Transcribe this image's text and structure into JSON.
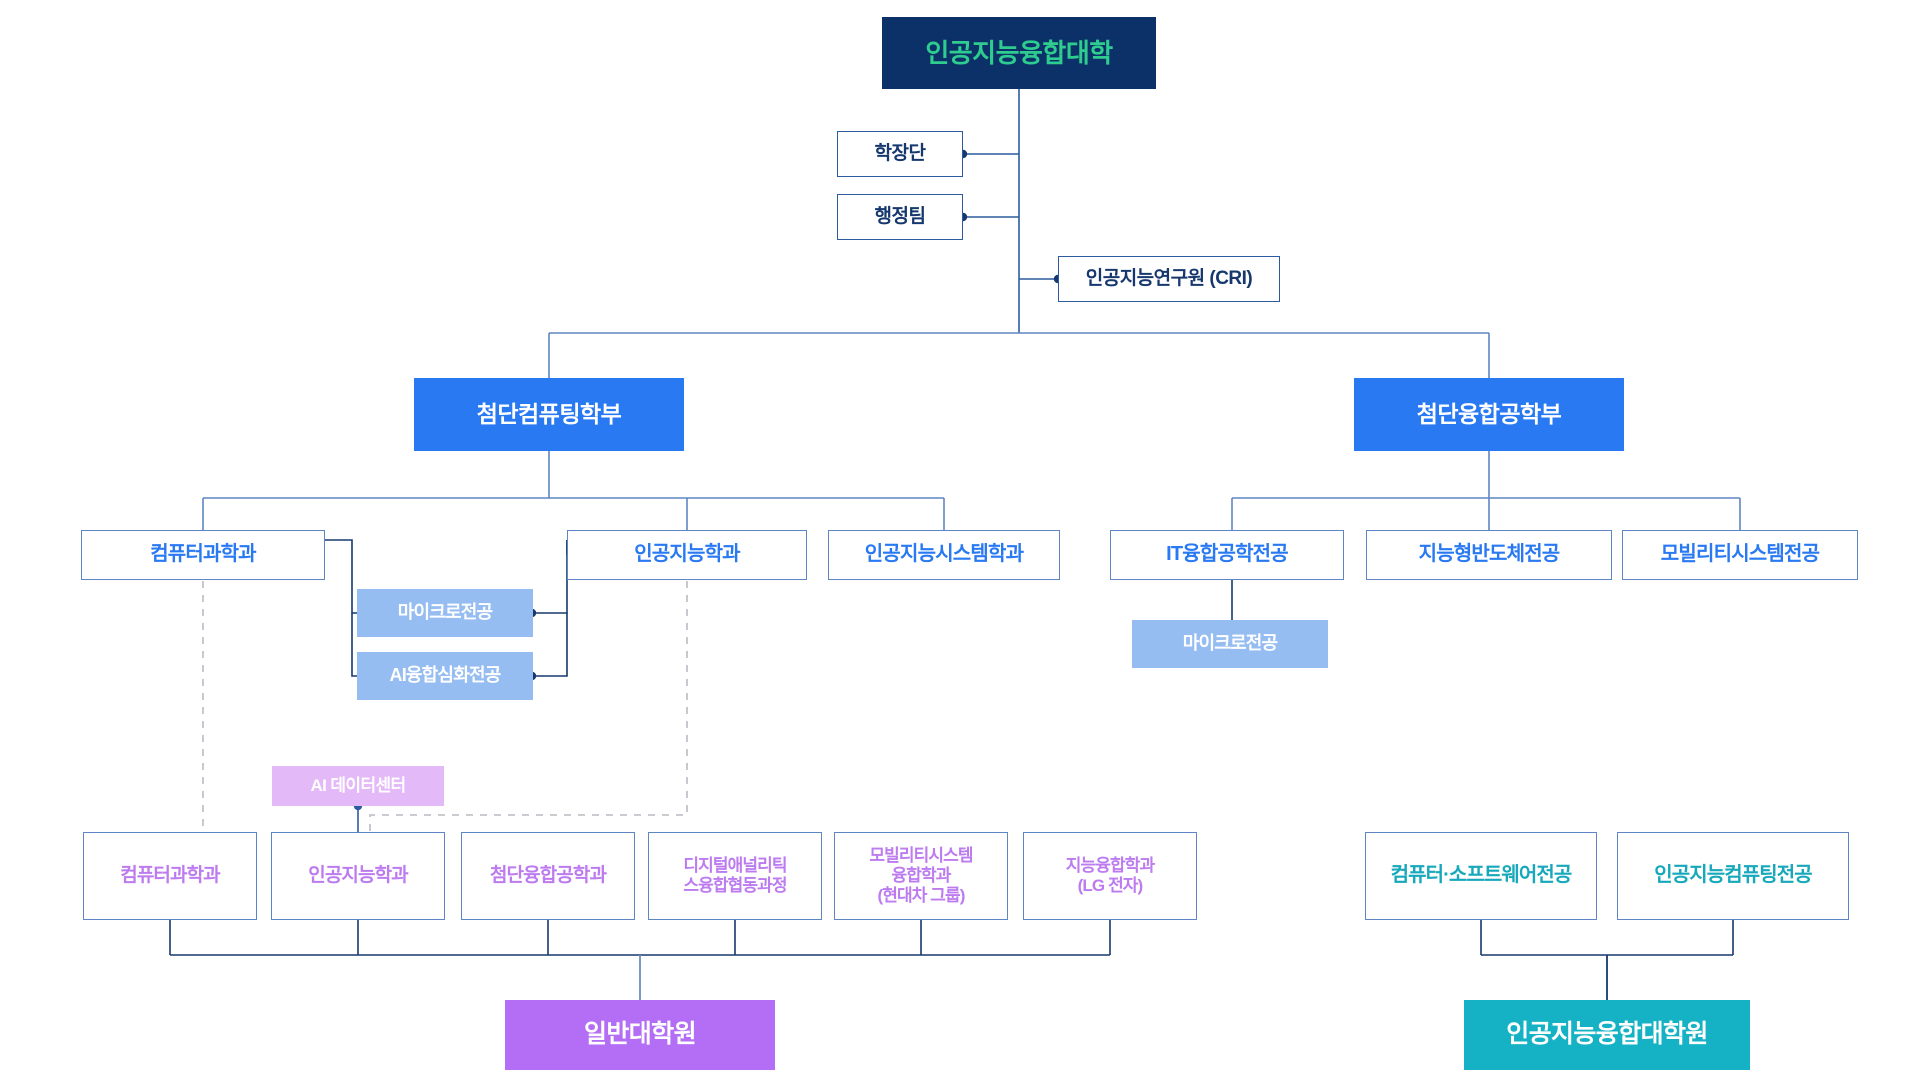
{
  "diagram": {
    "title": "인공지능융합대학 조직도",
    "type": "org-chart",
    "colors": {
      "root_fill": "#0b3168",
      "root_text": "#2ecc8f",
      "division_fill": "#2979f2",
      "division_text": "#ffffff",
      "staff_border": "#2d5c9e",
      "staff_text": "#16386e",
      "dept_border": "#5f86c4",
      "dept_text": "#2979f2",
      "micro_fill": "#95bdf2",
      "micro_text": "#ffffff",
      "grad_purple_text": "#bd7bf0",
      "grad_teal_text": "#17a9bb",
      "datacenter_fill": "#e4b9f7",
      "gs_purple_fill": "#b46ef5",
      "gs_teal_fill": "#14b2c4",
      "line": "#2d5c9e",
      "line_light": "#6d8fc0",
      "line_dashed": "#b8bcc4"
    }
  },
  "root": {
    "label": "인공지능융합대학"
  },
  "staff": [
    {
      "label": "학장단"
    },
    {
      "label": "행정팀"
    }
  ],
  "institute": {
    "label": "인공지능연구원 (CRI)"
  },
  "divisions": [
    {
      "label": "첨단컴퓨팅학부"
    },
    {
      "label": "첨단융합공학부"
    }
  ],
  "departments_left": [
    {
      "label": "컴퓨터과학과"
    },
    {
      "label": "인공지능학과"
    },
    {
      "label": "인공지능시스템학과"
    }
  ],
  "departments_right": [
    {
      "label": "IT융합공학전공"
    },
    {
      "label": "지능형반도체전공"
    },
    {
      "label": "모빌리티시스템전공"
    }
  ],
  "micro_majors_left": [
    {
      "label": "마이크로전공"
    },
    {
      "label": "AI융합심화전공"
    }
  ],
  "micro_majors_right": [
    {
      "label": "마이크로전공"
    }
  ],
  "data_center": {
    "label": "AI 데이터센터"
  },
  "graduate_left": [
    {
      "label": "컴퓨터과학과"
    },
    {
      "label": "인공지능학과"
    },
    {
      "label": "첨단융합공학과"
    },
    {
      "label": "디지털애널리틱\n스융합협동과정"
    },
    {
      "label": "모빌리티시스템\n융합학과\n(현대차 그룹)"
    },
    {
      "label": "지능융합학과\n(LG 전자)"
    }
  ],
  "graduate_right": [
    {
      "label": "컴퓨터·소프트웨어전공"
    },
    {
      "label": "인공지능컴퓨팅전공"
    }
  ],
  "grad_schools": [
    {
      "label": "일반대학원"
    },
    {
      "label": "인공지능융합대학원"
    }
  ]
}
